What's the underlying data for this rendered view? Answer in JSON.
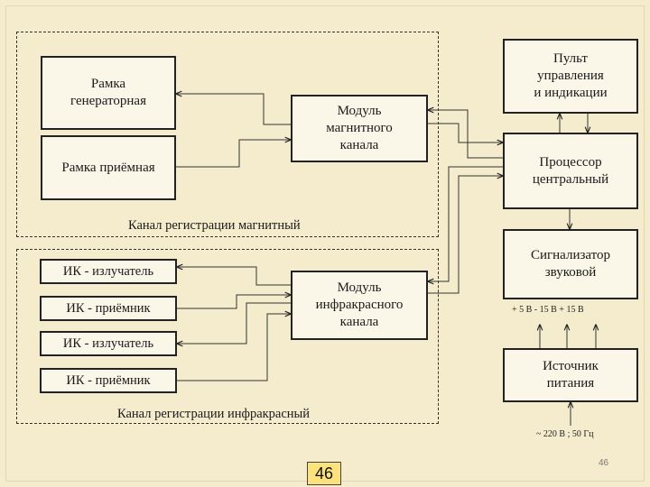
{
  "blocks": {
    "frame_gen": "Рамка\nгенераторная",
    "frame_recv": "Рамка приёмная",
    "mag_module": "Модуль\nмагнитного\nканала",
    "ir_emitter_1": "ИК - излучатель",
    "ir_receiver_1": "ИК - приёмник",
    "ir_emitter_2": "ИК - излучатель",
    "ir_receiver_2": "ИК - приёмник",
    "ir_module": "Модуль\nинфракрасного\nканала",
    "control_panel": "Пульт\nуправления\nи индикации",
    "cpu": "Процессор\nцентральный",
    "buzzer": "Сигнализатор\nзвуковой",
    "power": "Источник\nпитания"
  },
  "groups": {
    "magnetic": "Канал регистрации магнитный",
    "infrared": "Канал регистрации инфракрасный"
  },
  "power": {
    "rails": "+ 5 В  - 15 В  + 15 В",
    "mains": "~ 220 В ; 50 Гц"
  },
  "footer": {
    "slide_badge": "46",
    "page_number": "46"
  }
}
